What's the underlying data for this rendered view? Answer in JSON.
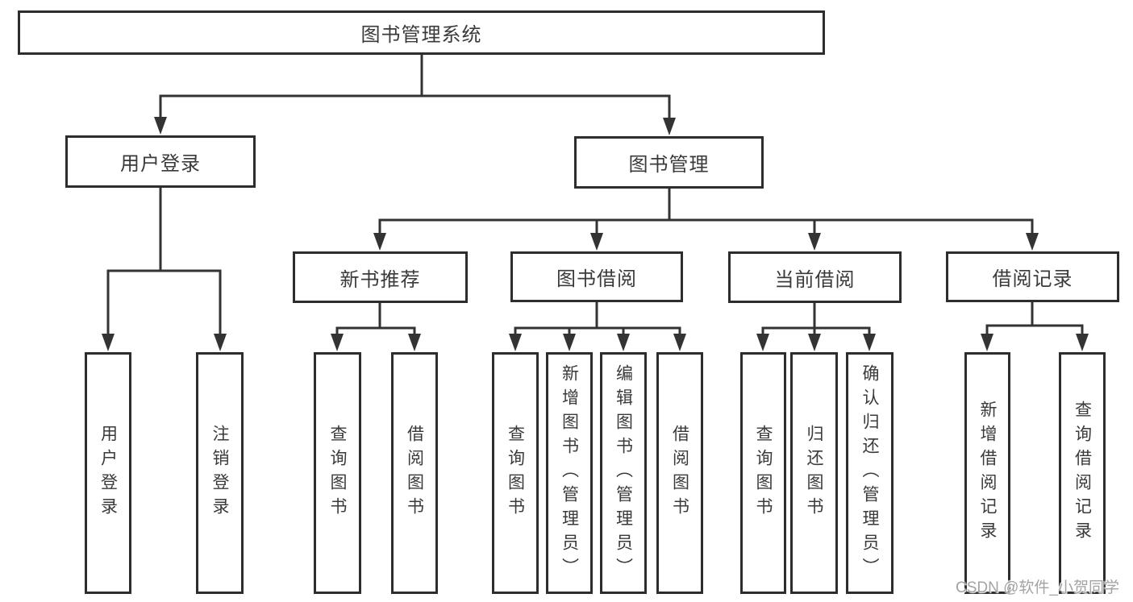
{
  "diagram_title": "图书管理系统",
  "tree": {
    "label": "图书管理系统",
    "children": [
      {
        "label": "用户登录",
        "children": [
          {
            "label": "用户登录"
          },
          {
            "label": "注销登录"
          }
        ]
      },
      {
        "label": "图书管理",
        "children": [
          {
            "label": "新书推荐",
            "children": [
              {
                "label": "查询图书"
              },
              {
                "label": "借阅图书"
              }
            ]
          },
          {
            "label": "图书借阅",
            "children": [
              {
                "label": "查询图书"
              },
              {
                "label": "新增图书（管理员）"
              },
              {
                "label": "编辑图书（管理员）"
              },
              {
                "label": "借阅图书"
              }
            ]
          },
          {
            "label": "当前借阅",
            "children": [
              {
                "label": "查询图书"
              },
              {
                "label": "归还图书"
              },
              {
                "label": "确认归还（管理员）"
              }
            ]
          },
          {
            "label": "借阅记录",
            "children": [
              {
                "label": "新增借阅记录"
              },
              {
                "label": "查询借阅记录"
              }
            ]
          }
        ]
      }
    ]
  },
  "watermark": "CSDN @软件_小贺同学",
  "colors": {
    "background": "#ffffff",
    "box_border": "#2d2d2d",
    "connector_line": "#333333",
    "text": "#3a3a3a",
    "watermark_text": "#a3a3a3"
  }
}
